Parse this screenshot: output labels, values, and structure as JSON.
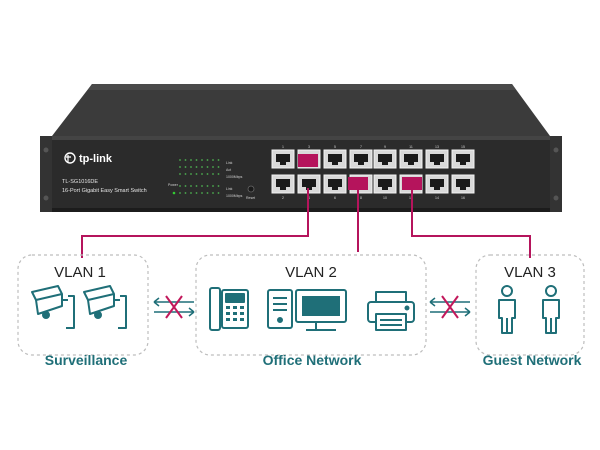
{
  "device": {
    "brand": "tp-link",
    "model": "TL-SG1016DE",
    "description": "16-Port Gigabit Easy Smart Switch",
    "led_labels": [
      "Power",
      "Link",
      "Act",
      "1000Mbps"
    ],
    "reset_label": "Reset",
    "port_numbers": [
      "1",
      "2",
      "3",
      "4",
      "5",
      "6",
      "7",
      "8",
      "9",
      "10",
      "11",
      "12",
      "13",
      "14",
      "15",
      "16"
    ]
  },
  "groups": [
    {
      "title": "VLAN 1",
      "label": "Surveillance",
      "icons": [
        "security-camera-icon",
        "security-camera-icon"
      ]
    },
    {
      "title": "VLAN 2",
      "label": "Office Network",
      "icons": [
        "ip-phone-icon",
        "desktop-computer-icon",
        "printer-icon"
      ]
    },
    {
      "title": "VLAN 3",
      "label": "Guest Network",
      "icons": [
        "person-icon",
        "person-icon"
      ]
    }
  ],
  "separators": [
    "blocked-link-icon",
    "blocked-link-icon"
  ],
  "colors": {
    "accent": "#b5145c",
    "icon": "#1f6f78",
    "dashed_border": "#bdbdbd",
    "switch_body": "#3a3a3a",
    "cross": "#c2185b"
  }
}
